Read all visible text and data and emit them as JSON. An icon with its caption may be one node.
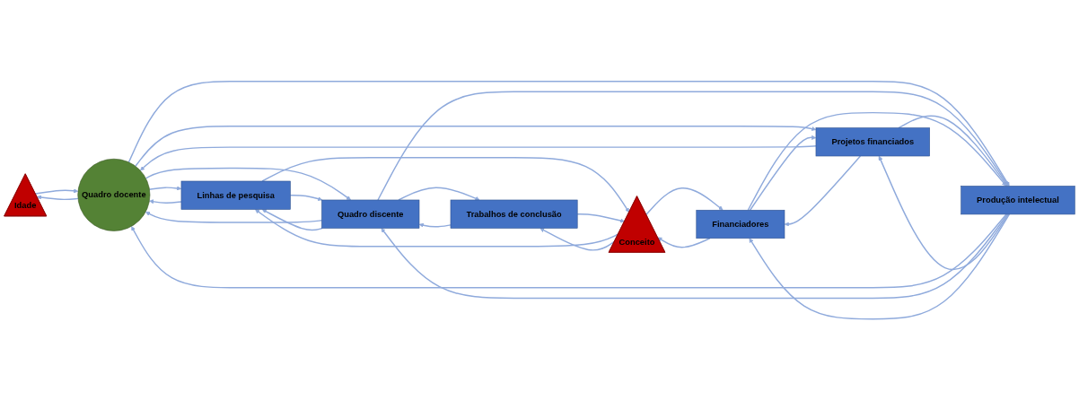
{
  "diagram": {
    "nodes": [
      {
        "text": [
          "Idade"
        ]
      },
      {
        "text": [
          "Quadro docente"
        ]
      },
      {
        "text": [
          "Linhas de pesquisa"
        ]
      },
      {
        "text": [
          "Quadro discente"
        ]
      },
      {
        "text": [
          "Trabalhos de conclusão"
        ]
      },
      {
        "text": [
          "Produção intelectual"
        ]
      },
      {
        "text": [
          "Projetos financiados"
        ]
      },
      {
        "text": [
          "Financiadores"
        ]
      },
      {
        "text": [
          "Conceito"
        ]
      }
    ],
    "edges": [
      {
        "from": 0,
        "to": 1,
        "arrow": "to"
      },
      {
        "from": 1,
        "to": 0,
        "arrow": "to"
      },
      {
        "from": 1,
        "to": 2,
        "arrow": "to"
      },
      {
        "from": 2,
        "to": 1,
        "arrow": "to"
      },
      {
        "from": 1,
        "to": 3,
        "arrow": "to"
      },
      {
        "from": 3,
        "to": 1,
        "arrow": "to"
      },
      {
        "from": 5,
        "to": 1,
        "arrow": "to"
      },
      {
        "from": 1,
        "to": 5,
        "arrow": "to"
      },
      {
        "from": 1,
        "to": 6,
        "arrow": "to"
      },
      {
        "from": 6,
        "to": 1,
        "arrow": "to"
      },
      {
        "from": 2,
        "to": 3,
        "arrow": "to"
      },
      {
        "from": 3,
        "to": 2,
        "arrow": "to"
      },
      {
        "from": 4,
        "to": 3,
        "arrow": "to"
      },
      {
        "from": 3,
        "to": 4,
        "arrow": "to"
      },
      {
        "from": 3,
        "to": 5,
        "arrow": "to"
      },
      {
        "from": 5,
        "to": 3,
        "arrow": "to"
      },
      {
        "from": 5,
        "to": 6,
        "arrow": "to"
      },
      {
        "from": 6,
        "to": 5,
        "arrow": "to"
      },
      {
        "from": 7,
        "to": 6,
        "arrow": "to"
      },
      {
        "from": 6,
        "to": 7,
        "arrow": "to"
      },
      {
        "from": 5,
        "to": 7,
        "arrow": "to"
      },
      {
        "from": 7,
        "to": 5,
        "arrow": "to"
      },
      {
        "from": 2,
        "to": 8,
        "arrow": "to"
      },
      {
        "from": 8,
        "to": 2,
        "arrow": "to"
      },
      {
        "from": 4,
        "to": 8,
        "arrow": "to"
      },
      {
        "from": 8,
        "to": 4,
        "arrow": "to"
      },
      {
        "from": 7,
        "to": 8,
        "arrow": "to"
      },
      {
        "from": 8,
        "to": 7,
        "arrow": "to"
      }
    ]
  }
}
